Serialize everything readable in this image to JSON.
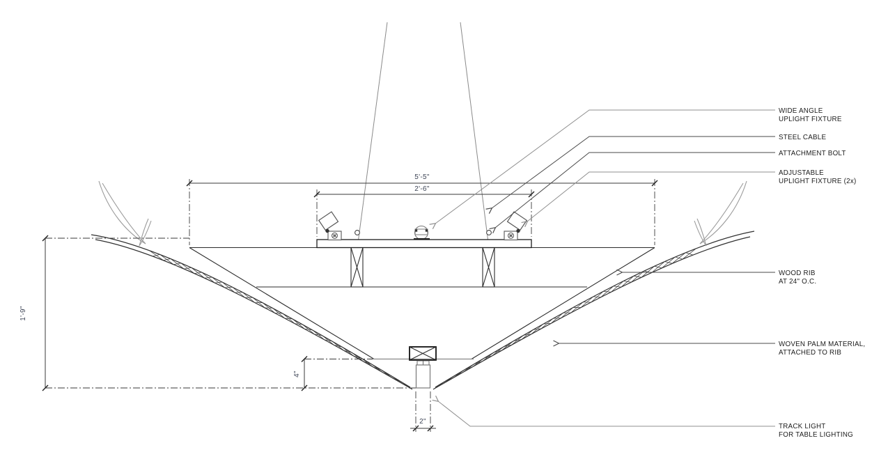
{
  "drawing": {
    "type": "section-detail",
    "subject": "Suspended woven-palm cone light fixture detail"
  },
  "callouts": [
    {
      "id": "wide-angle-uplight",
      "line1": "WIDE ANGLE",
      "line2": "UPLIGHT FIXTURE"
    },
    {
      "id": "steel-cable",
      "line1": "STEEL CABLE",
      "line2": ""
    },
    {
      "id": "attachment-bolt",
      "line1": "ATTACHMENT BOLT",
      "line2": ""
    },
    {
      "id": "adjustable-uplight",
      "line1": "ADJUSTABLE",
      "line2": "UPLIGHT FIXTURE (2x)"
    },
    {
      "id": "wood-rib",
      "line1": "WOOD RIB",
      "line2": "AT 24\" O.C."
    },
    {
      "id": "woven-palm",
      "line1": "WOVEN PALM MATERIAL,",
      "line2": "ATTACHED TO RIB"
    },
    {
      "id": "track-light",
      "line1": "TRACK LIGHT",
      "line2": "FOR TABLE LIGHTING"
    }
  ],
  "dimensions": {
    "overall_width": "5'-5\"",
    "platform_width": "2'-6\"",
    "overall_height": "1'-9\"",
    "track_drop": "4\"",
    "track_width": "2\""
  },
  "colors": {
    "line": "#2b2b2b",
    "light_line": "#8f8f8f",
    "frond": "#9a9a9a",
    "dim_text": "#3d4455",
    "background": "#ffffff"
  }
}
